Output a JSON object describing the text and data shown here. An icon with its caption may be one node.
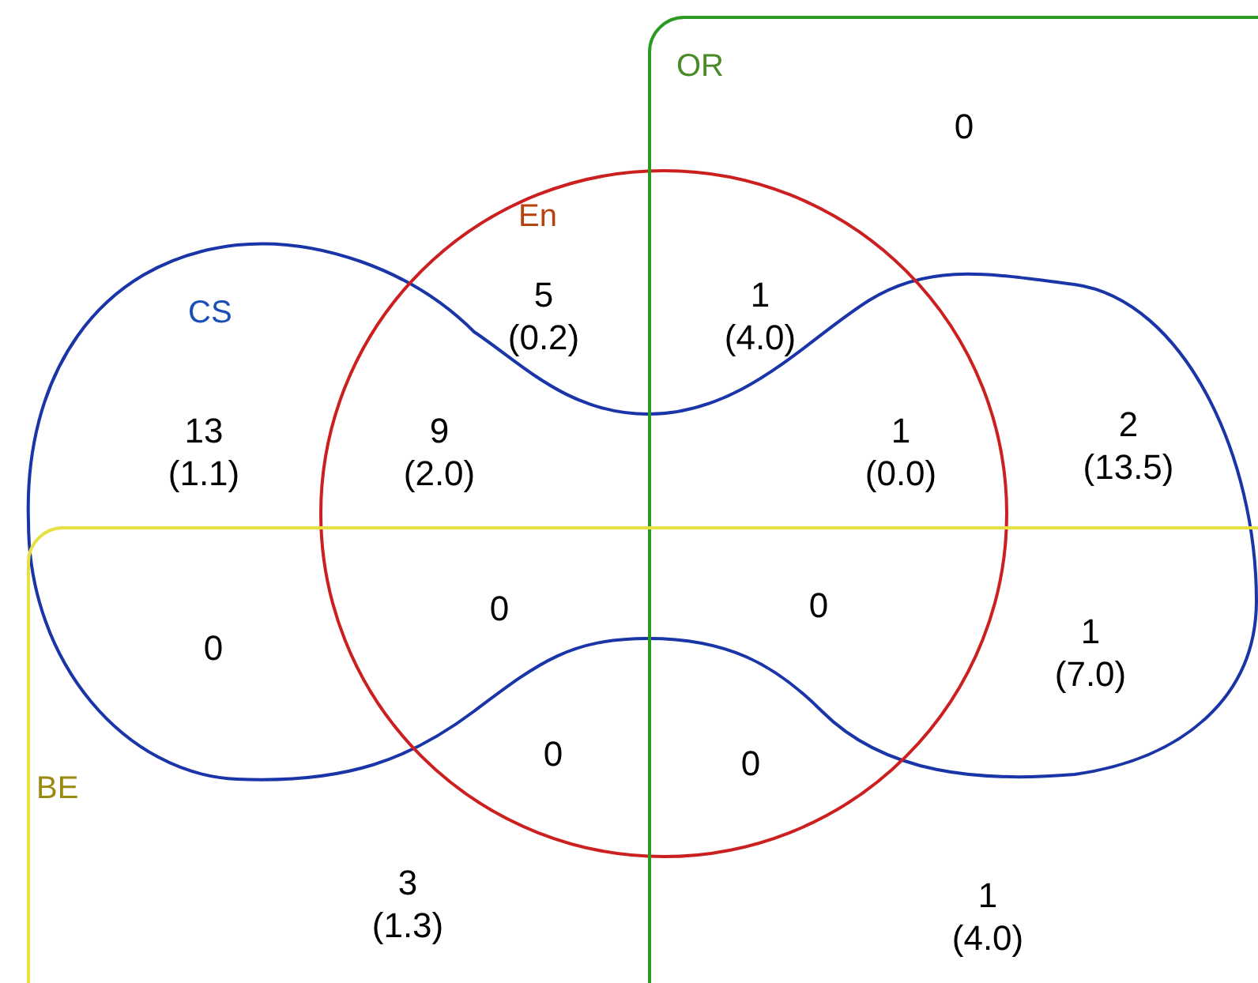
{
  "diagram": {
    "nodes": [
      {
        "text": [
          "CS"
        ]
      },
      {
        "text": [
          "En"
        ]
      },
      {
        "text": [
          "OR"
        ]
      },
      {
        "text": [
          "BE"
        ]
      }
    ],
    "labels": [
      "0",
      "5 (0.2)",
      "1 (4.0)",
      "13 (1.1)",
      "9 (2.0)",
      "1 (0.0)",
      "2 (13.5)",
      "0",
      "0",
      "1 (7.0)",
      "0",
      "0",
      "0",
      "3 (1.3)",
      "1 (4.0)"
    ]
  }
}
